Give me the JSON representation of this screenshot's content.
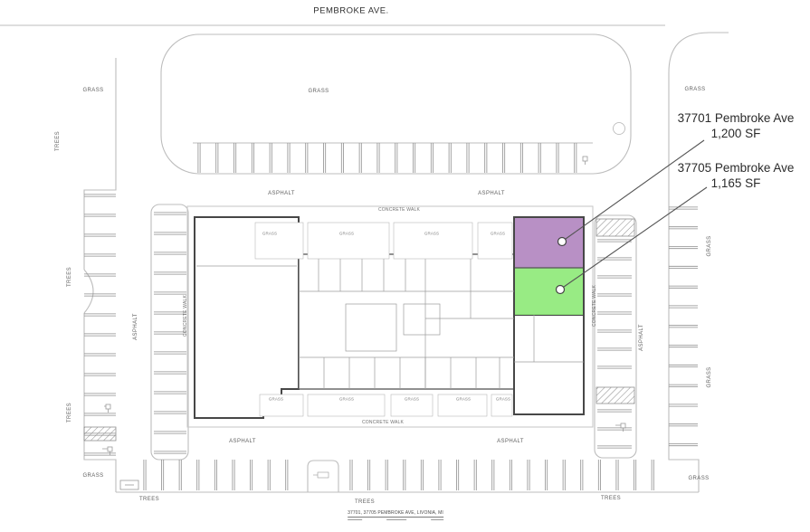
{
  "street": {
    "name": "PEMBROKE AVE."
  },
  "units": [
    {
      "address": "37701 Pembroke Ave",
      "area": "1,200 SF",
      "highlight_color": "#b287c0"
    },
    {
      "address": "37705 Pembroke Ave",
      "area": "1,165 SF",
      "highlight_color": "#8fe97a"
    }
  ],
  "site_labels": {
    "grass": "GRASS",
    "trees": "TREES",
    "asphalt": "ASPHALT",
    "concrete_walk": "CONCRETE WALK"
  },
  "title_block": {
    "address_line": "37701, 37705 PEMBROKE AVE, LIVONIA, MI"
  }
}
